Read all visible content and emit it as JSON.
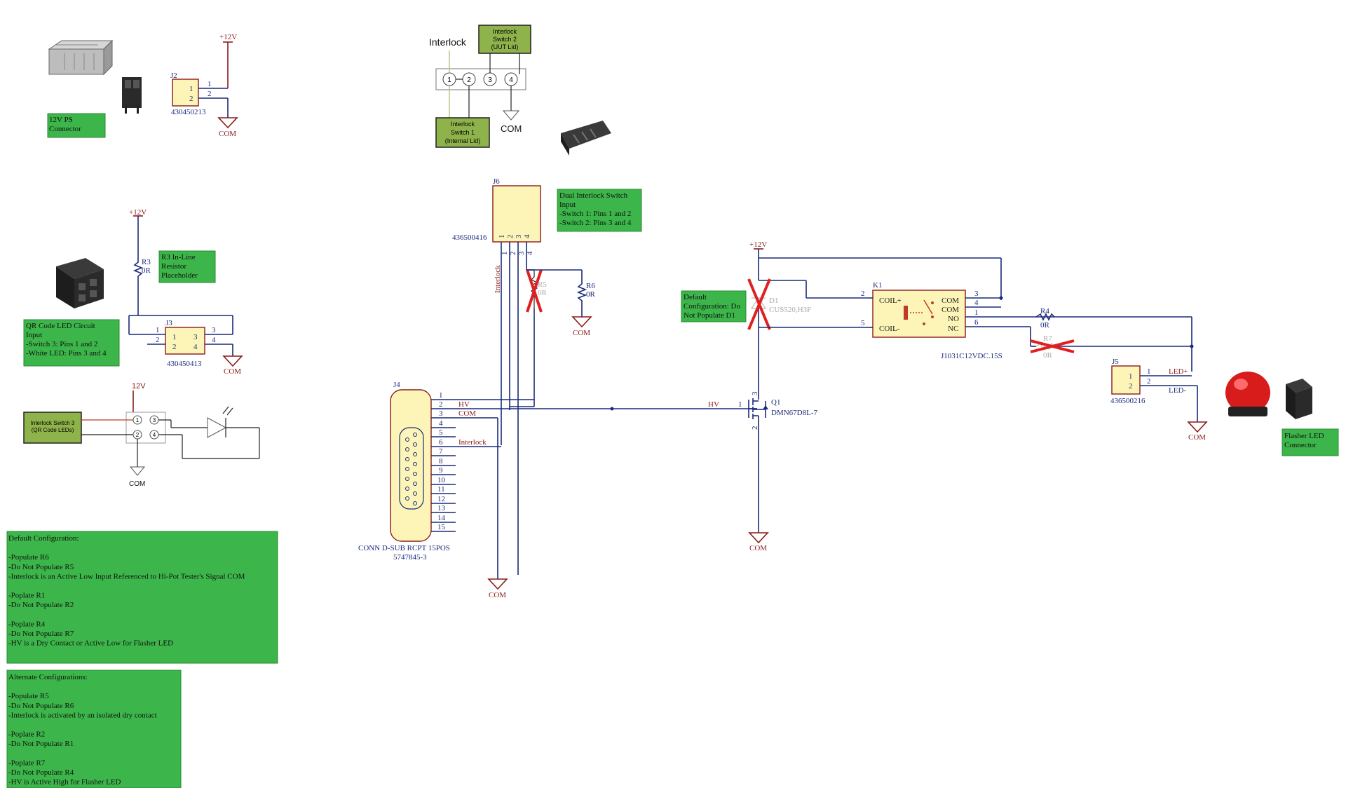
{
  "power_connector": {
    "note": [
      "12V PS",
      "Connector"
    ],
    "ref": "J2",
    "part": "430450213",
    "pins": [
      "1",
      "2"
    ],
    "rail": "+12V",
    "ground": "COM"
  },
  "interlock_block": {
    "title": "Interlock",
    "switch2": [
      "Interlock",
      "Switch 2",
      "(UUT Lid)"
    ],
    "switch1": [
      "Interlock",
      "Switch 1",
      "(Internal Lid)"
    ],
    "pins": [
      "1",
      "2",
      "3",
      "4"
    ],
    "ground": "COM"
  },
  "j6": {
    "ref": "J6",
    "part": "436500416",
    "pins": [
      "1",
      "2",
      "3",
      "4"
    ],
    "net": "Interlock",
    "note": [
      "Dual Interlock Switch",
      "Input",
      "-Switch 1: Pins 1 and 2",
      "-Switch 2: Pins 3 and 4"
    ],
    "r5": {
      "ref": "R5",
      "value": "0R"
    },
    "r6": {
      "ref": "R6",
      "value": "0R"
    },
    "ground": "COM"
  },
  "qr_section": {
    "rail": "+12V",
    "r3": {
      "ref": "R3",
      "value": "0R"
    },
    "r3_note": [
      "R3 In-Line",
      "Resistor",
      "Placeholder"
    ],
    "note": [
      "QR Code LED Circuit",
      "Input",
      "-Switch 3: Pins 1 and 2",
      "-White LED: Pins 3 and 4"
    ],
    "ref": "J3",
    "part": "430450413",
    "pins": [
      "1",
      "2",
      "3",
      "4"
    ],
    "ground": "COM"
  },
  "switch3_block": {
    "rail": "12V",
    "label": [
      "Interlock Switch 3",
      "(QR Code LEDs)"
    ],
    "pins": [
      "1",
      "3",
      "2",
      "4"
    ],
    "ground": "COM"
  },
  "j4": {
    "ref": "J4",
    "name": "CONN D-SUB RCPT 15POS",
    "part": "5747845-3",
    "pins": [
      "1",
      "2",
      "3",
      "4",
      "5",
      "6",
      "7",
      "8",
      "9",
      "10",
      "11",
      "12",
      "13",
      "14",
      "15"
    ],
    "net_hv": "HV",
    "net_com": "COM",
    "net_interlock": "Interlock",
    "ground": "COM"
  },
  "relay_section": {
    "rail": "+12V",
    "d1": {
      "ref": "D1",
      "part": "CUS520,H3F"
    },
    "d1_note": [
      "Default",
      "Configuration: Do",
      "Not Populate D1"
    ],
    "k1": {
      "ref": "K1",
      "part": "J1031C12VDC.15S",
      "coil_plus": "COIL+",
      "coil_minus": "COIL-",
      "com1": "COM",
      "com2": "COM",
      "no": "NO",
      "nc": "NC"
    },
    "k1_pins": [
      "2",
      "5",
      "3",
      "4",
      "1",
      "6"
    ],
    "q1": {
      "ref": "Q1",
      "part": "DMN67D8L-7",
      "pins": [
        "1",
        "2",
        "3"
      ]
    },
    "hv_label": "HV",
    "r4": {
      "ref": "R4",
      "value": "0R"
    },
    "r7": {
      "ref": "R7",
      "value": "0R"
    },
    "ground": "COM"
  },
  "j5": {
    "ref": "J5",
    "part": "436500216",
    "pins": [
      "1",
      "2"
    ],
    "led_plus": "LED+",
    "led_minus": "LED-",
    "ground": "COM",
    "note": [
      "Flasher LED",
      "Connector"
    ]
  },
  "default_config": [
    "Default Configuration:",
    "",
    "-Populate R6",
    "-Do Not Populate R5",
    "-Interlock is an Active Low Input Referenced to Hi-Pot Tester's Signal COM",
    "",
    "-Poplate R1",
    "-Do Not Populate R2",
    "",
    "-Poplate R4",
    "-Do Not Populate R7",
    "-HV is a Dry Contact or Active Low for Flasher LED"
  ],
  "alternate_config": [
    "Alternate Configurations:",
    "",
    "-Populate R5",
    "-Do Not Populate R6",
    "-Interlock is activated by an isolated dry contact",
    "",
    "-Poplate R2",
    "-Do Not Populate R1",
    "",
    "-Poplate R7",
    "-Do Not Populate R4",
    "-HV is Active High for Flasher LED"
  ],
  "colors": {
    "wire": "#1a2a7a",
    "power": "#8b1a1a",
    "note_bg": "#3cb54a",
    "dnp_mark": "#e02020",
    "part_fill": "#fdf5b8"
  }
}
